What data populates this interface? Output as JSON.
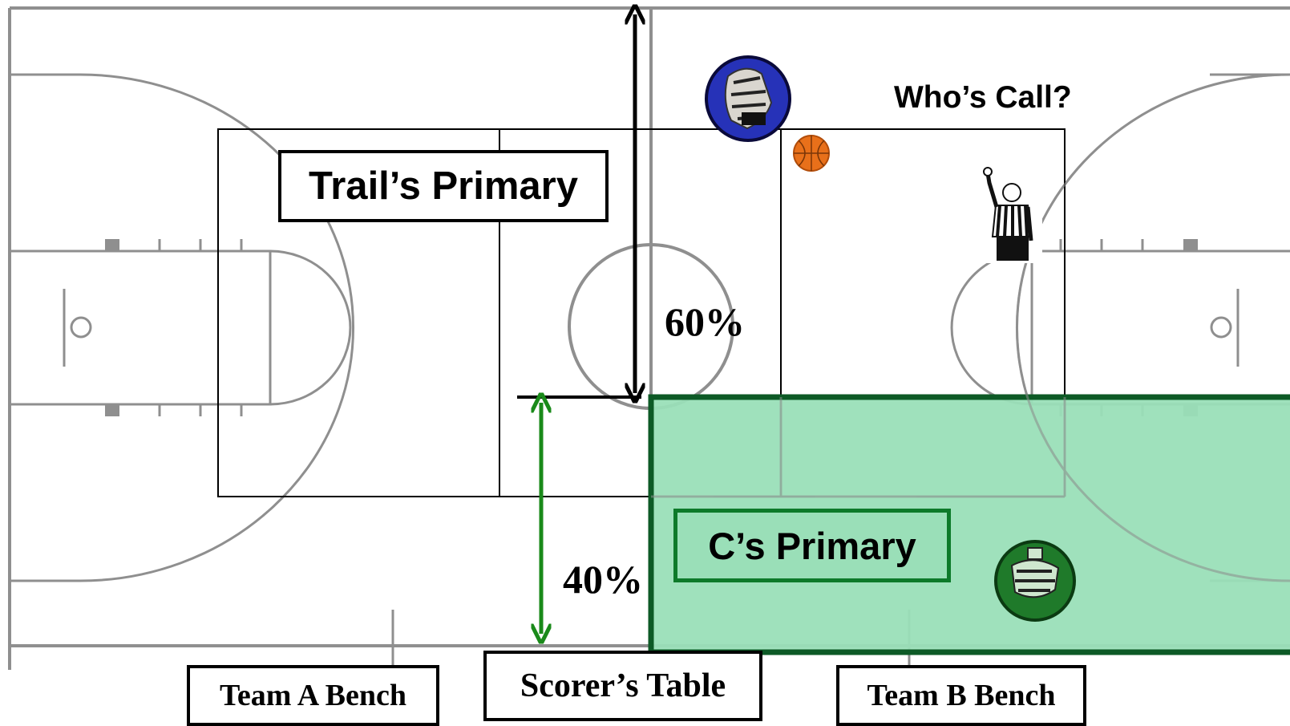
{
  "labels": {
    "trail_primary": "Trail’s Primary",
    "c_primary": "C’s Primary",
    "whos_call": "Who’s Call?",
    "pct_60": "60%",
    "pct_40": "40%",
    "team_a_bench": "Team A Bench",
    "scorers_table": "Scorer’s Table",
    "team_b_bench": "Team B Bench"
  },
  "officials": {
    "lead": "blue-official-icon",
    "center": "green-official-icon",
    "trail": "referee-signaling-icon"
  },
  "colors": {
    "court_line": "#8f8f8f",
    "lane_line": "#000000",
    "c_zone_fill": "#9adfb8",
    "c_zone_border": "#0d5a26",
    "green_arrow": "#1a8a1a",
    "black_arrow": "#000000",
    "blue_token": "#2632b8",
    "green_token": "#1f7a2a",
    "ball": "#e8701a"
  }
}
